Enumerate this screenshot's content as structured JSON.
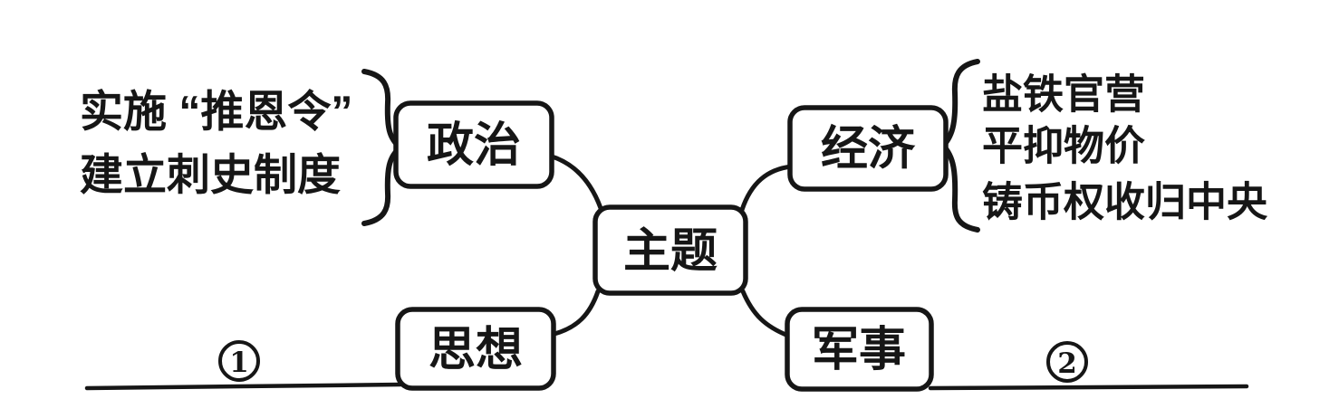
{
  "page": {
    "background_color": "#ffffff",
    "ink_color": "#161616"
  },
  "diagram": {
    "type": "mind-map",
    "center": {
      "label": "主题"
    },
    "branches": {
      "politics": {
        "label": "政治",
        "items": [
          "实施 “推恩令”",
          "建立刺史制度"
        ]
      },
      "economy": {
        "label": "经济",
        "items": [
          "盐铁官营",
          "平抑物价",
          "铸币权收归中央"
        ]
      },
      "thought": {
        "label": "思想",
        "blank_marker": "1"
      },
      "military": {
        "label": "军事",
        "blank_marker": "2"
      }
    }
  }
}
